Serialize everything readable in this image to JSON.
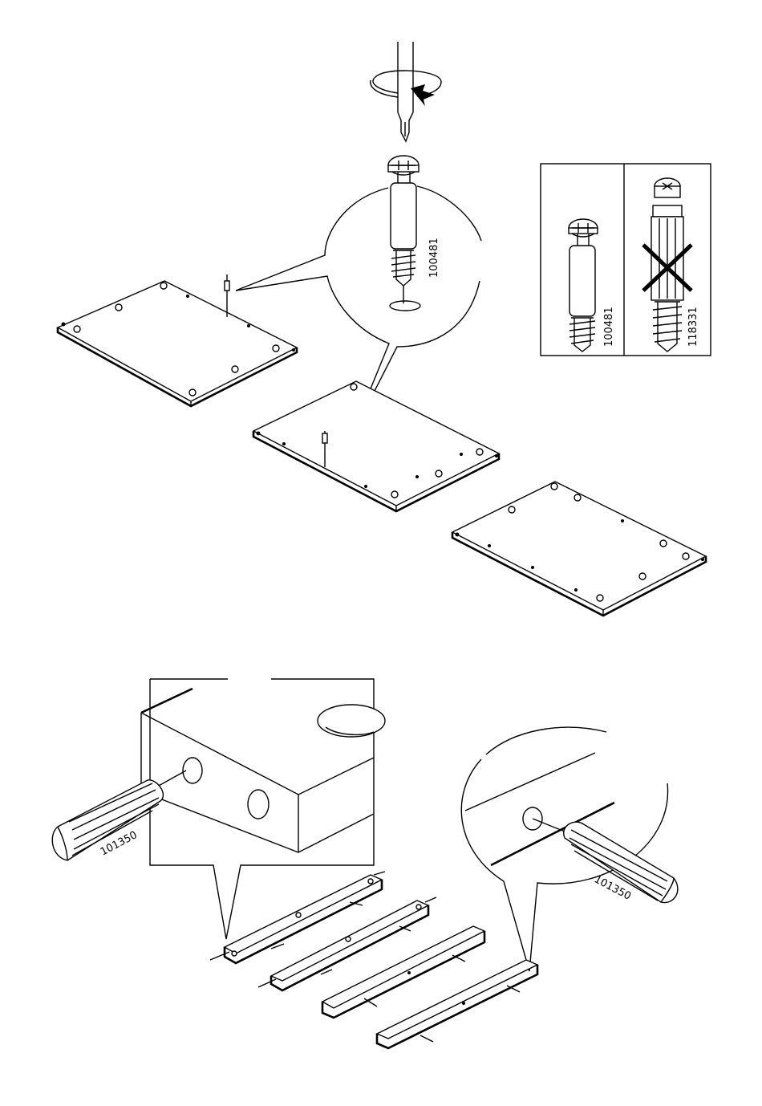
{
  "part_numbers": {
    "cam_bolt": "100481",
    "wrong_bolt": "118331",
    "hand_tool": "101350"
  },
  "symbols": {
    "wrong_mark": "x-mark-icon",
    "rotate_arrow": "rotate-arrow-icon"
  }
}
